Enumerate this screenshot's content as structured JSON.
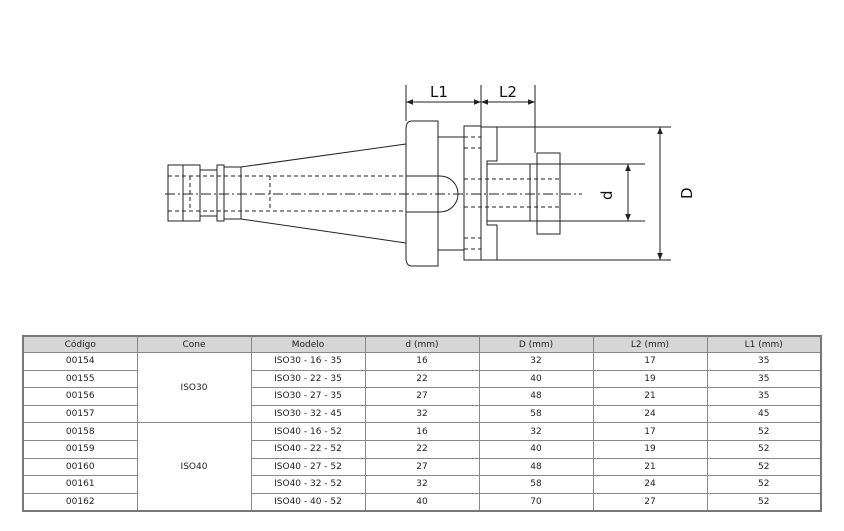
{
  "drawing": {
    "labels": {
      "L1": "L1",
      "L2": "L2",
      "d": "d",
      "D": "D"
    }
  },
  "table": {
    "headers": [
      "Código",
      "Cone",
      "Modelo",
      "d (mm)",
      "D (mm)",
      "L2 (mm)",
      "L1 (mm)"
    ],
    "groups": [
      {
        "cone": "ISO30",
        "rows": [
          [
            "00154",
            "ISO30 - 16 - 35",
            "16",
            "32",
            "17",
            "35"
          ],
          [
            "00155",
            "ISO30 - 22 - 35",
            "22",
            "40",
            "19",
            "35"
          ],
          [
            "00156",
            "ISO30 - 27 - 35",
            "27",
            "48",
            "21",
            "35"
          ],
          [
            "00157",
            "ISO30 - 32 - 45",
            "32",
            "58",
            "24",
            "45"
          ]
        ]
      },
      {
        "cone": "ISO40",
        "rows": [
          [
            "00158",
            "ISO40 - 16 - 52",
            "16",
            "32",
            "17",
            "52"
          ],
          [
            "00159",
            "ISO40 - 22 - 52",
            "22",
            "40",
            "19",
            "52"
          ],
          [
            "00160",
            "ISO40 - 27 - 52",
            "27",
            "48",
            "21",
            "52"
          ],
          [
            "00161",
            "ISO40 - 32 - 52",
            "32",
            "58",
            "24",
            "52"
          ],
          [
            "00162",
            "ISO40 - 40 - 52",
            "40",
            "70",
            "27",
            "52"
          ]
        ]
      }
    ]
  }
}
